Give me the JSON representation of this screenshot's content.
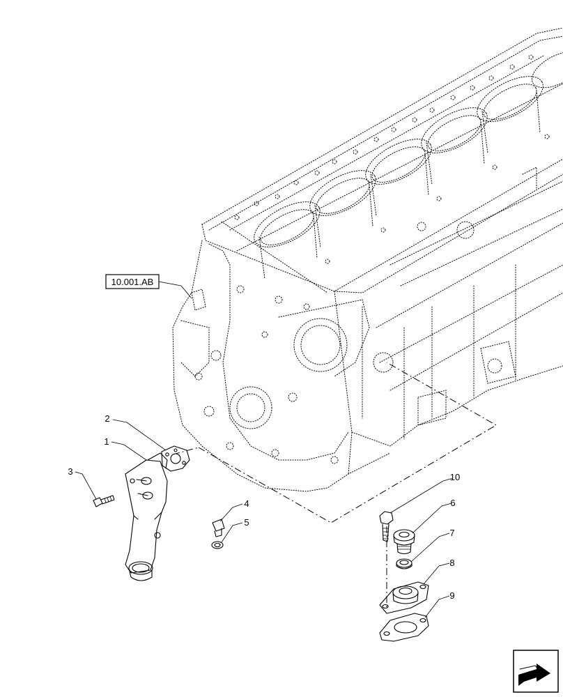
{
  "reference_label": "10.001.AB",
  "callouts": [
    {
      "id": "1",
      "text": "1"
    },
    {
      "id": "2",
      "text": "2"
    },
    {
      "id": "3",
      "text": "3"
    },
    {
      "id": "4",
      "text": "4"
    },
    {
      "id": "5",
      "text": "5"
    },
    {
      "id": "6",
      "text": "6"
    },
    {
      "id": "7",
      "text": "7"
    },
    {
      "id": "8",
      "text": "8"
    },
    {
      "id": "9",
      "text": "9"
    },
    {
      "id": "10",
      "text": "10"
    }
  ],
  "nav_icon": "next-page-arrow-icon"
}
